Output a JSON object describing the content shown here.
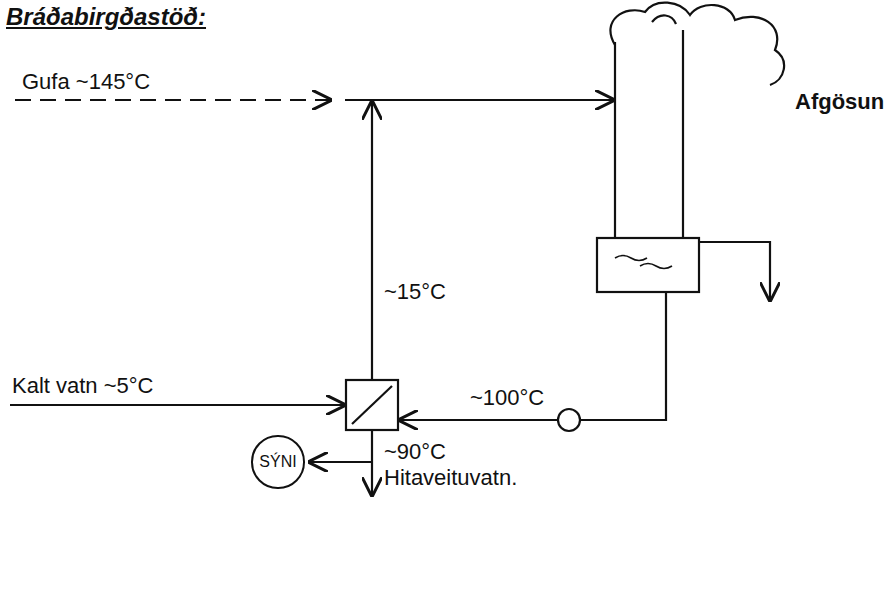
{
  "diagram": {
    "title": "Bráðabirgðastöð:",
    "nodes": [
      {
        "text": [
          "Afgösun"
        ]
      },
      {
        "text": [
          "SÝNI"
        ]
      }
    ],
    "labels": [
      "Gufa ~145°C",
      "~15°C",
      "Kalt vatn ~5°C",
      "~100°C",
      "~90°C",
      "Hitaveituvatn."
    ]
  }
}
